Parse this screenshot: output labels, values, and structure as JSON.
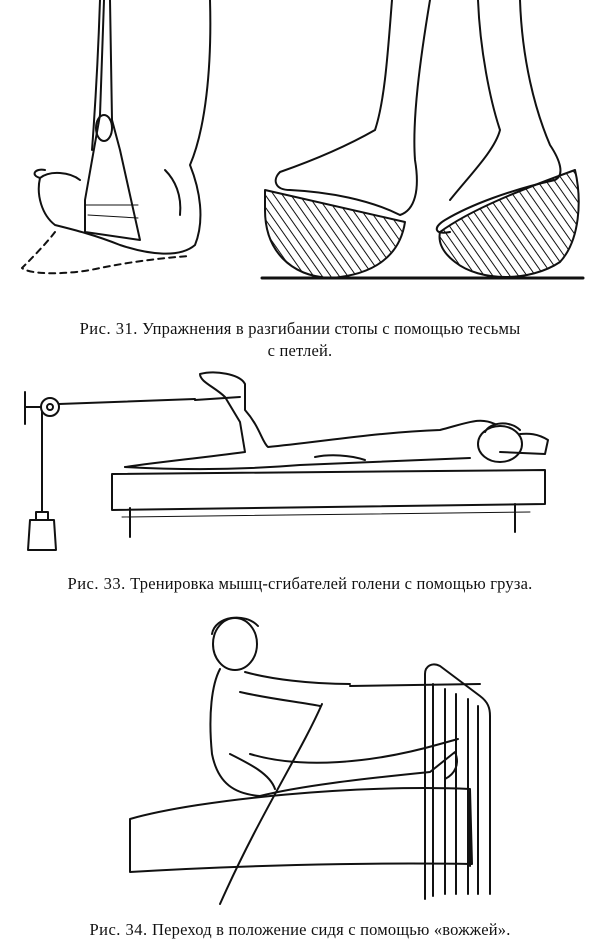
{
  "figures": [
    {
      "id": "fig31",
      "label": "Рис. 31.",
      "caption_line1": "Упражнения в разгибании стопы с помощью тесьмы",
      "caption_line2": "с петлей."
    },
    {
      "id": "fig33",
      "label": "Рис. 33.",
      "caption": "Тренировка мышц-сгибателей голени с помощью груза."
    },
    {
      "id": "fig34",
      "label": "Рис. 34.",
      "caption": "Переход в положение сидя с помощью «вожжей»."
    }
  ]
}
